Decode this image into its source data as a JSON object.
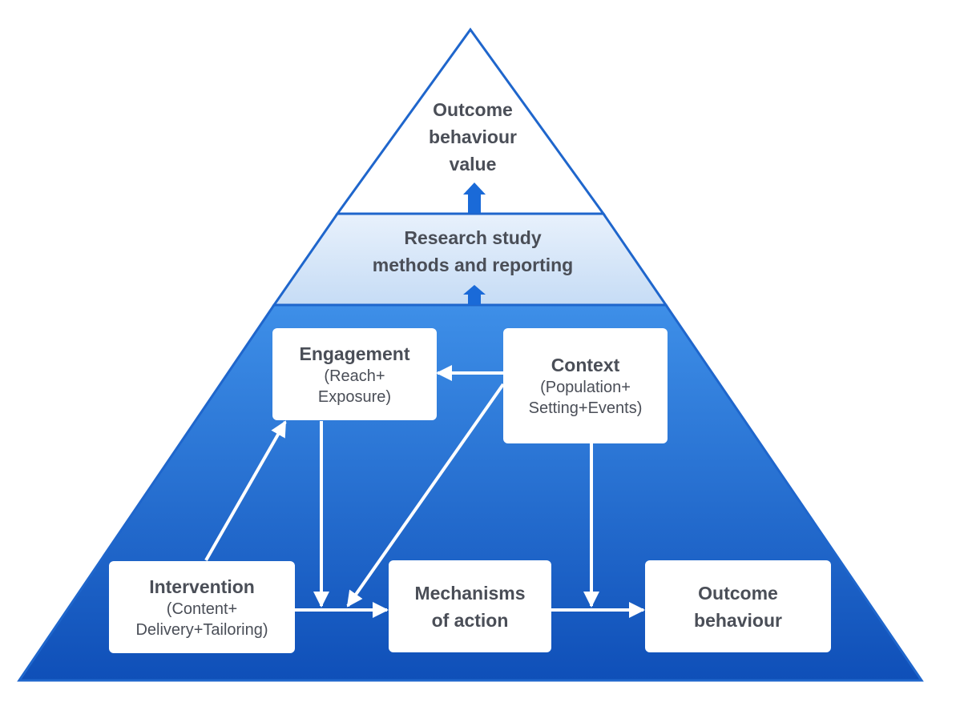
{
  "tiers": {
    "top": {
      "lines": [
        "Outcome",
        "behaviour",
        "value"
      ]
    },
    "middle": {
      "lines": [
        "Research study",
        "methods and reporting"
      ]
    }
  },
  "boxes": {
    "engagement": {
      "title": "Engagement",
      "sub": [
        "(Reach+",
        "Exposure)"
      ]
    },
    "context": {
      "title": "Context",
      "sub": [
        "(Population+",
        "Setting+Events)"
      ]
    },
    "intervention": {
      "title": "Intervention",
      "sub": [
        "(Content+",
        "Delivery+Tailoring)"
      ]
    },
    "mechanisms": {
      "title_lines": [
        "Mechanisms",
        "of action"
      ]
    },
    "outcome": {
      "title_lines": [
        "Outcome",
        "behaviour"
      ]
    }
  },
  "colors": {
    "outline": "#1f66cc",
    "base_top": "#3e8fe8",
    "base_bottom": "#0f4fb8",
    "middle_top": "#e8f1fc",
    "middle_bottom": "#c6dcf5",
    "arrow_blue": "#1a6ad8",
    "arrow_white": "#ffffff",
    "text": "#4a4e57"
  }
}
